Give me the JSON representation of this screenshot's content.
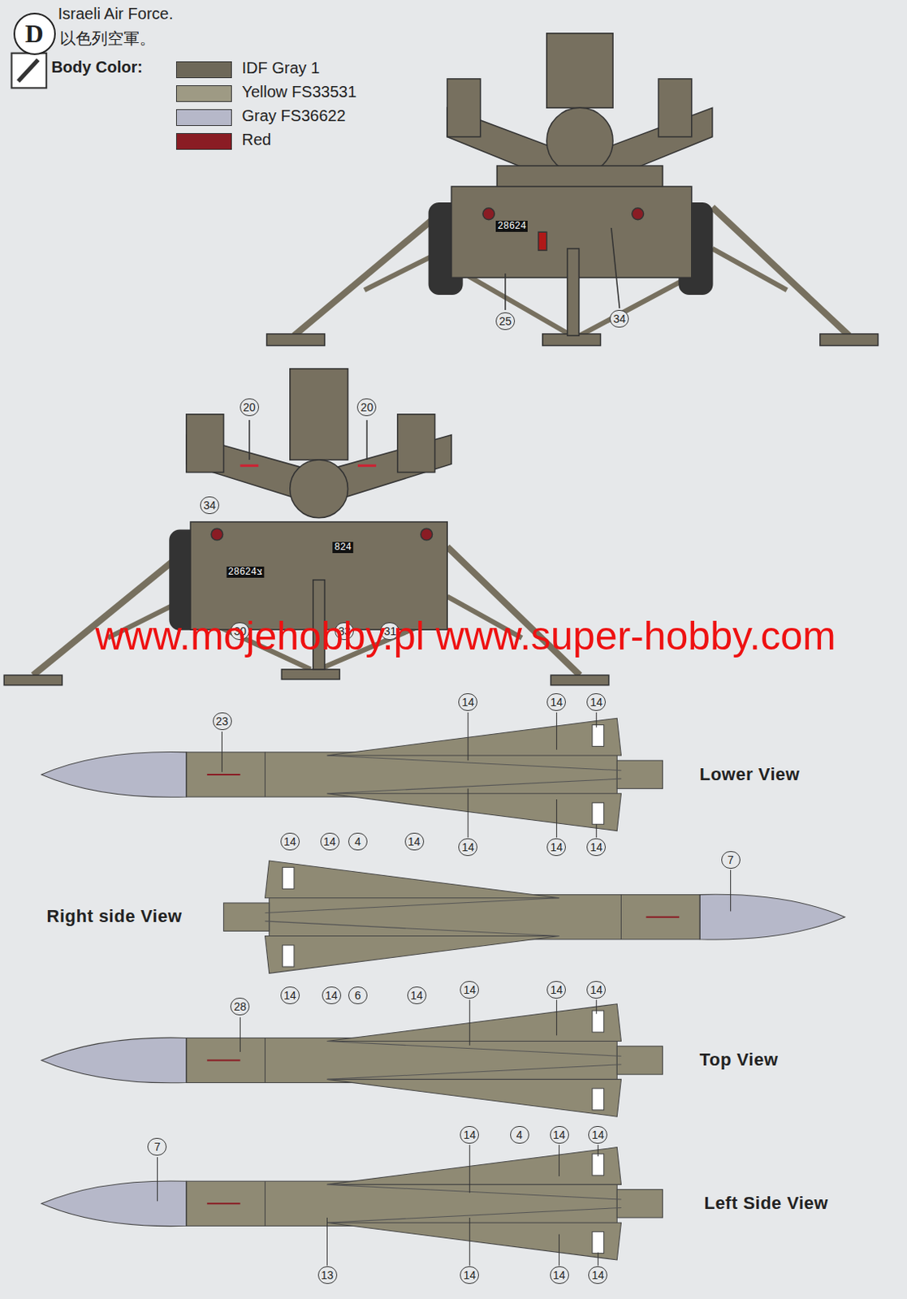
{
  "diagram": {
    "title": "Israeli Air Force.",
    "nodes": [
      {
        "text": [
          "D"
        ]
      }
    ],
    "labels": [
      "以色列空軍。",
      "Body Color:",
      "28624",
      "25",
      "34",
      "20",
      "20",
      "34",
      "824",
      "28624צ",
      "30",
      "33",
      "31",
      "www.mojehobby.pl www.super-hobby.com",
      "23",
      "14",
      "14",
      "14",
      "14",
      "14",
      "14",
      "Lower View",
      "14",
      "14",
      "4",
      "14",
      "7",
      "14",
      "14",
      "6",
      "14",
      "Right side View",
      "28",
      "14",
      "14",
      "14",
      "Top View",
      "7",
      "14",
      "4",
      "14",
      "14",
      "13",
      "14",
      "14",
      "14",
      "Left Side View"
    ],
    "legend": [
      {
        "text": "IDF Gray 1",
        "color": "#6e6859"
      },
      {
        "text": "Yellow FS33531",
        "color": "#9e9a84"
      },
      {
        "text": "Gray FS36622",
        "color": "#b6b8c9"
      },
      {
        "text": "Red",
        "color": "#8a1c24"
      }
    ]
  }
}
